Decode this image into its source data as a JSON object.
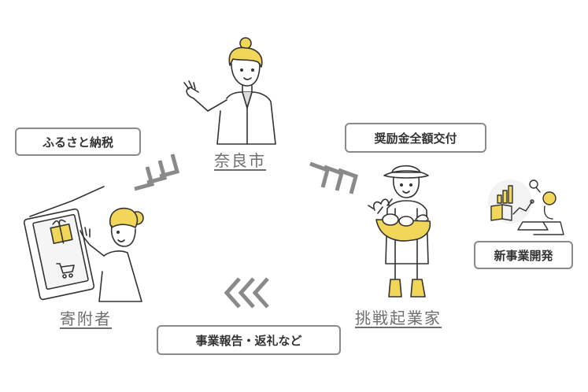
{
  "actors": {
    "city": "奈良市",
    "donor": "寄附者",
    "entrepreneur": "挑戦起業家"
  },
  "flows": {
    "donation": "ふるさと納税",
    "subsidy": "奨励金全額交付",
    "report": "事業報告・返礼など"
  },
  "outcome": {
    "new_business": "新事業開発"
  },
  "colors": {
    "accent_yellow": "#f2d65a",
    "line_gray": "#8a8a8a",
    "text_gray": "#6e6e6e"
  }
}
